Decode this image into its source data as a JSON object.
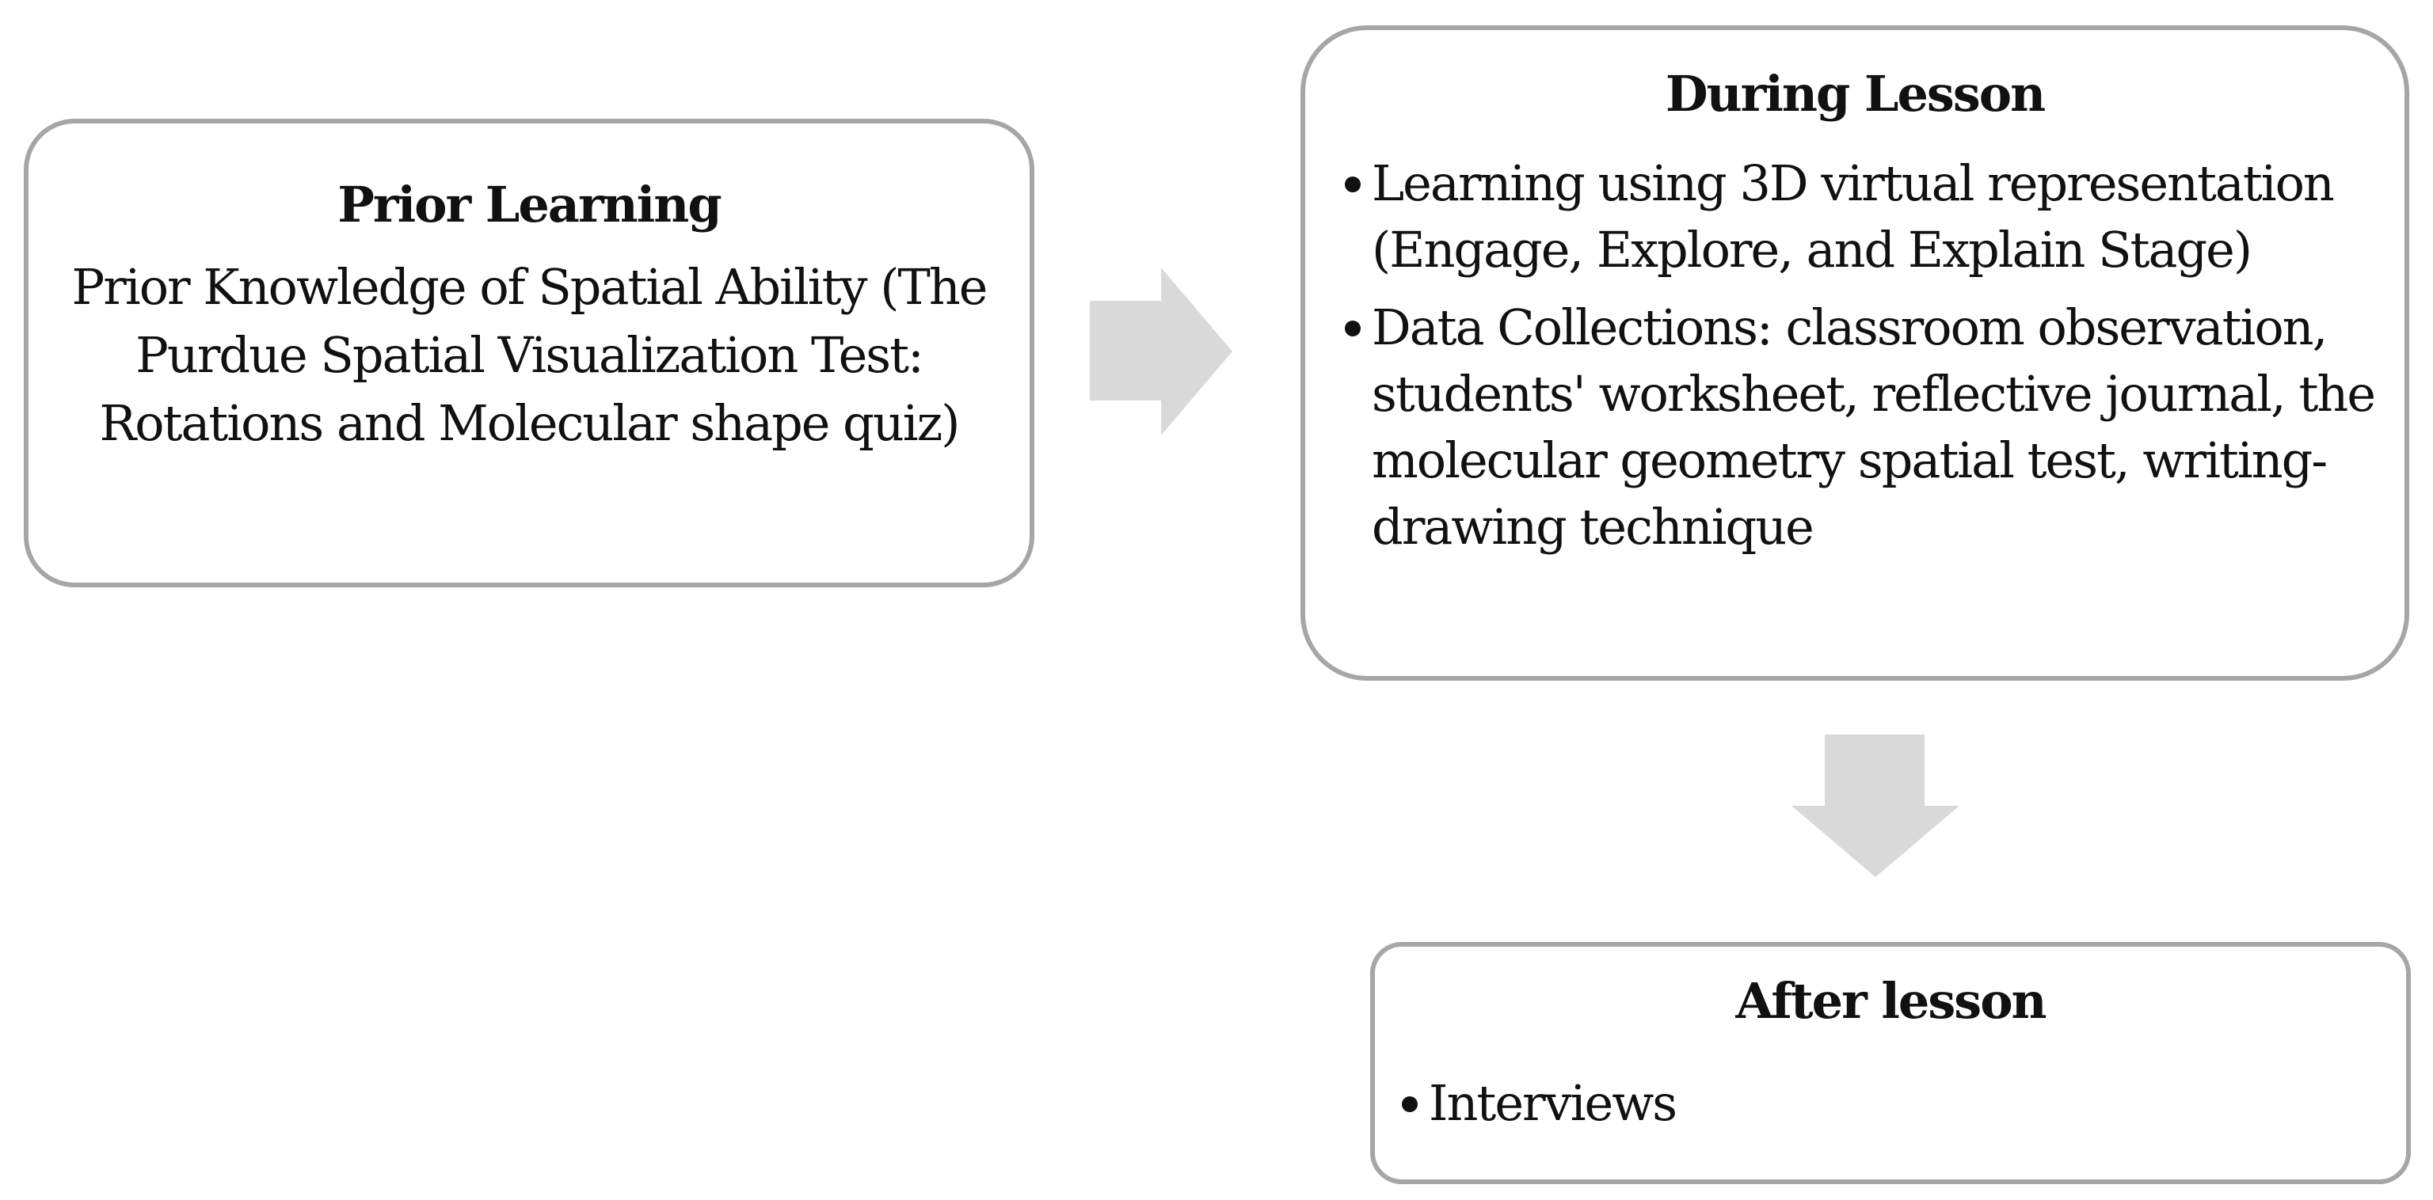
{
  "prior": {
    "title": "Prior Learning",
    "body": "Prior Knowledge of Spatial Ability (The Purdue Spatial Visualization Test: Rotations and Molecular shape quiz)"
  },
  "during": {
    "title": "During Lesson",
    "items": [
      "Learning using 3D virtual representation (Engage, Explore, and Explain Stage)",
      "Data Collections: classroom observation, students' worksheet,  reflective journal, the molecular geometry spatial test, writing-drawing technique"
    ]
  },
  "after": {
    "title": "After lesson",
    "items": [
      "Interviews"
    ]
  },
  "colors": {
    "box_border": "#a6a6a6",
    "arrow_fill": "#d9d9d9",
    "text": "#111111"
  }
}
